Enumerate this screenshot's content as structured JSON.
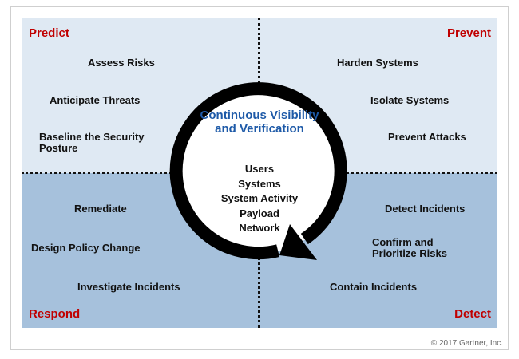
{
  "quadrants": {
    "predict": {
      "title": "Predict",
      "items": [
        "Assess Risks",
        "Anticipate Threats",
        "Baseline the Security Posture"
      ]
    },
    "prevent": {
      "title": "Prevent",
      "items": [
        "Harden Systems",
        "Isolate Systems",
        "Prevent Attacks"
      ]
    },
    "respond": {
      "title": "Respond",
      "items": [
        "Remediate",
        "Design Policy Change",
        "Investigate Incidents"
      ]
    },
    "detect": {
      "title": "Detect",
      "items": [
        "Detect Incidents",
        "Confirm and Prioritize Risks",
        "Contain Incidents"
      ]
    }
  },
  "center": {
    "title": "Continuous Visibility and Verification",
    "items": [
      "Users",
      "Systems",
      "System Activity",
      "Payload",
      "Network"
    ]
  },
  "copyright": "© 2017 Gartner, Inc.",
  "colors": {
    "top_background": "#dfe9f3",
    "bottom_background": "#a6c1dc",
    "corner_title": "#c00000",
    "center_title": "#1e5aa8"
  }
}
